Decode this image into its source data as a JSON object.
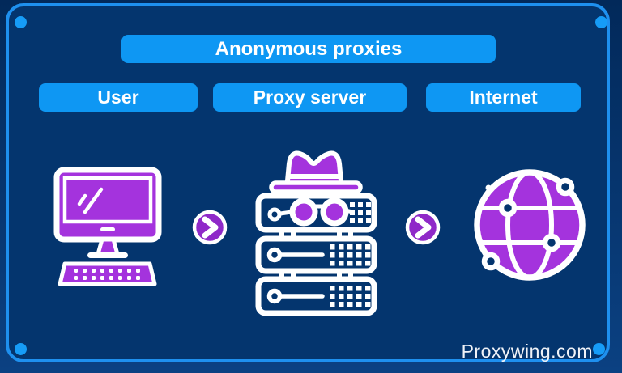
{
  "diagram": {
    "title": "Anonymous proxies",
    "columns": [
      {
        "label": "User",
        "icon": "desktop-computer-icon"
      },
      {
        "label": "Proxy server",
        "icon": "spy-server-icon"
      },
      {
        "label": "Internet",
        "icon": "globe-network-icon"
      }
    ],
    "flow_icon": "chevron-right-icon",
    "watermark": "Proxywing.com"
  },
  "colors": {
    "outer_background_top": "#02295a",
    "outer_background_bottom": "#0b4182",
    "panel_background": "#04356e",
    "border_blue": "#1e90ef",
    "corner_dot_blue": "#169cf7",
    "label_bar_blue": "#0e97f3",
    "icon_purple": "#a433dd",
    "arrow_circle_purple": "#8f29c8",
    "text_white": "#ffffff"
  }
}
